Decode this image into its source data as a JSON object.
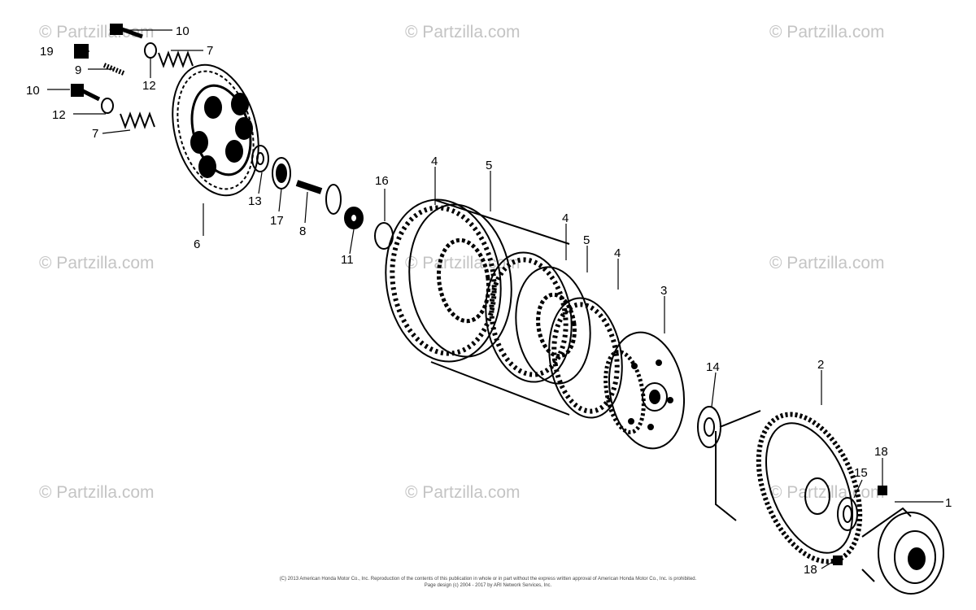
{
  "watermark": "© Partzilla.com",
  "footer": {
    "line1": "(C) 2013 American Honda Motor Co., Inc. Reproduction of the contents of this publication in whole or in part without the express written approval of American Honda Motor Co., Inc. is prohibited.",
    "line2": "Page design (c) 2004 - 2017 by ARI Network Services, Inc."
  },
  "callouts": {
    "c1": "1",
    "c2": "2",
    "c3": "3",
    "c4a": "4",
    "c4b": "4",
    "c4c": "4",
    "c5a": "5",
    "c5b": "5",
    "c6": "6",
    "c7a": "7",
    "c7b": "7",
    "c8": "8",
    "c9": "9",
    "c10a": "10",
    "c10b": "10",
    "c11": "11",
    "c12a": "12",
    "c12b": "12",
    "c13": "13",
    "c14": "14",
    "c15": "15",
    "c16": "16",
    "c17": "17",
    "c18a": "18",
    "c18b": "18",
    "c19": "19"
  },
  "colors": {
    "ink": "#000000",
    "watermark": "#c4c4c4",
    "background": "#ffffff"
  }
}
